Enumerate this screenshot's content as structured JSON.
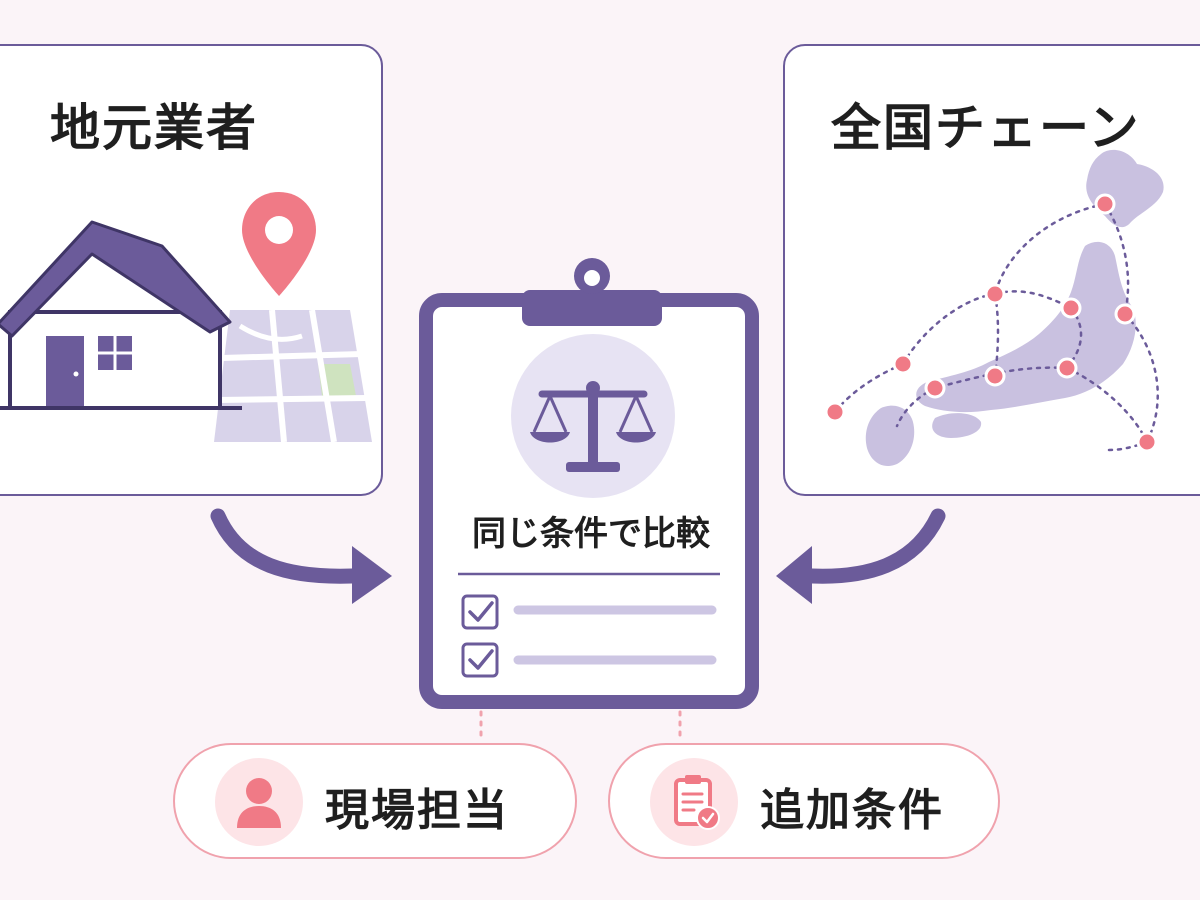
{
  "local_card": {
    "title": "地元業者"
  },
  "chain_card": {
    "title": "全国チェーン"
  },
  "clipboard": {
    "title": "同じ条件で比較"
  },
  "pills": [
    {
      "label": "現場担当",
      "icon": "person-icon"
    },
    {
      "label": "追加条件",
      "icon": "document-check-icon"
    }
  ],
  "colors": {
    "purple": "#6b5b9a",
    "light_purple": "#cdc6e3",
    "coral": "#f07a86",
    "pink_border": "#f0a2ad",
    "background": "#fbf4f8"
  }
}
